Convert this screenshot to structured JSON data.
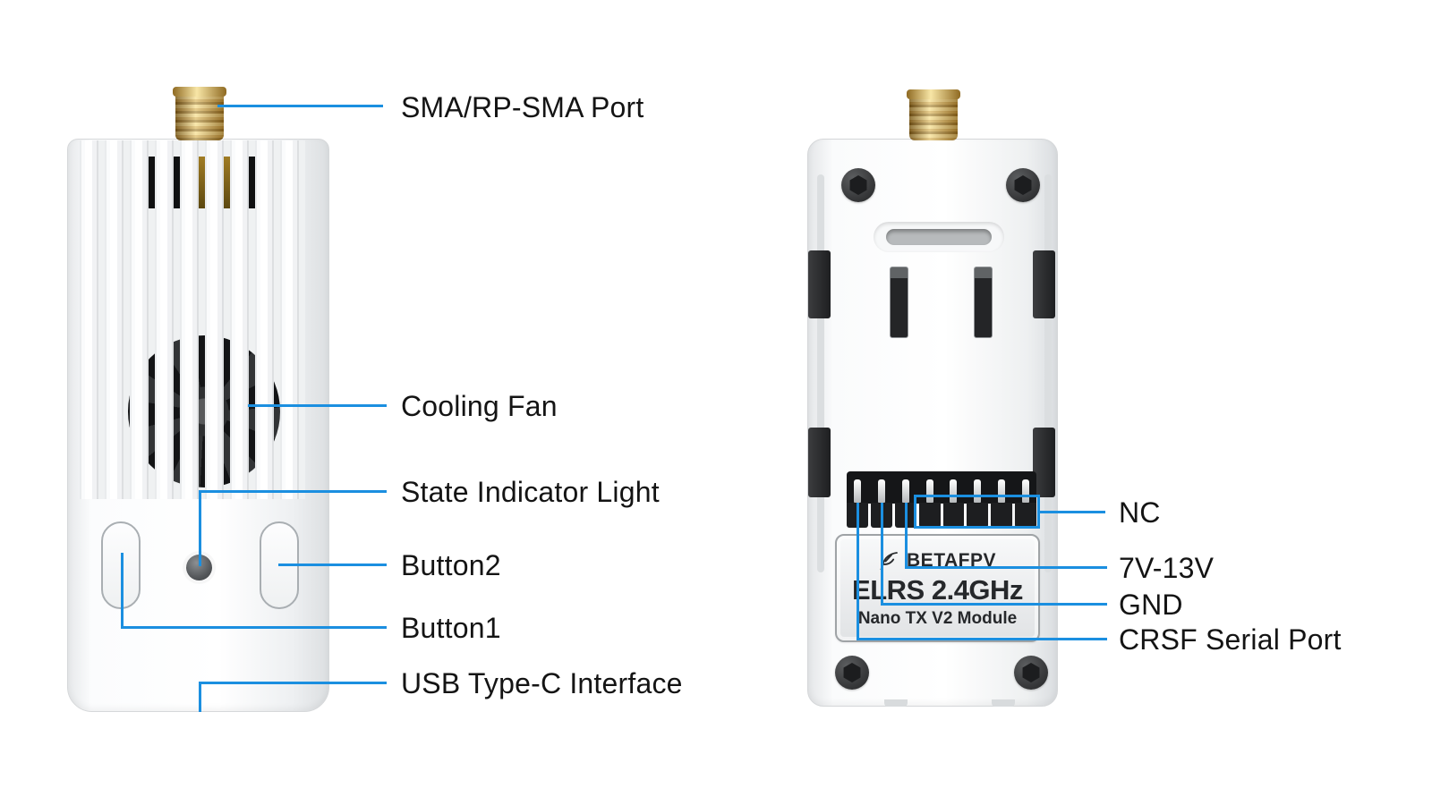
{
  "colors": {
    "leader_blue": "#1b8fe0",
    "gold": "#d2a041",
    "label_text": "#141414"
  },
  "front_view": {
    "callouts": {
      "sma": "SMA/RP-SMA Port",
      "fan": "Cooling Fan",
      "state": "State Indicator Light",
      "button2": "Button2",
      "button1": "Button1",
      "usb": "USB Type-C Interface"
    }
  },
  "back_view": {
    "plate": {
      "brand": "BETAFPV",
      "model": "ELRS 2.4GHz",
      "submodel": "Nano TX V2 Module"
    },
    "callouts": {
      "nc": "NC",
      "power": "7V-13V",
      "gnd": "GND",
      "crsf": "CRSF Serial Port"
    }
  }
}
